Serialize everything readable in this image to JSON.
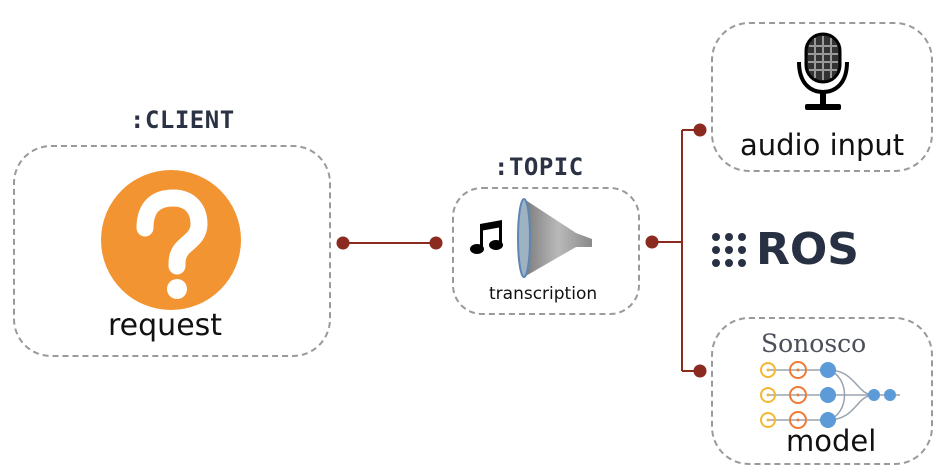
{
  "client": {
    "tag": "CLIENT",
    "label": "request"
  },
  "topic": {
    "tag": "TOPIC",
    "label": "transcription"
  },
  "audio": {
    "label": "audio input"
  },
  "ros": {
    "label": "ROS"
  },
  "model": {
    "label": "model",
    "brand": "Sonosco"
  },
  "colors": {
    "connector": "#8b2a1e",
    "question": "#f39432",
    "dash": "#9a9a9a",
    "tag": "#2a3244",
    "nn_yellow": "#f5b731",
    "nn_orange": "#ee7b35",
    "nn_blue": "#5d9ad8"
  }
}
